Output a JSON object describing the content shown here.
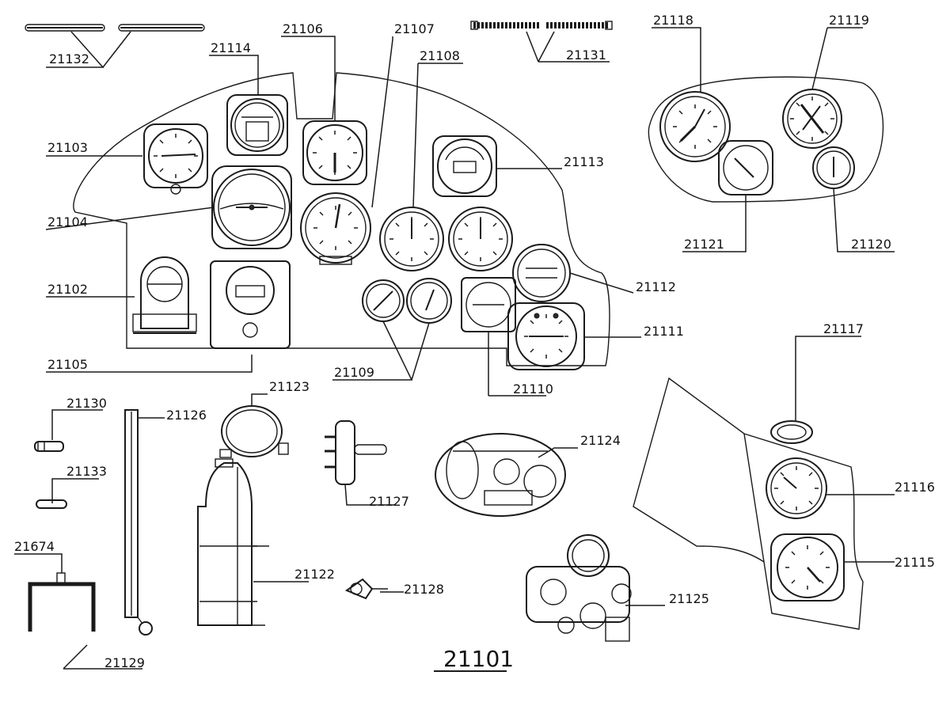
{
  "assembly_label": "21101",
  "callouts": [
    {
      "id": "21132",
      "label": "21132"
    },
    {
      "id": "21131",
      "label": "21131"
    },
    {
      "id": "21114",
      "label": "21114"
    },
    {
      "id": "21106",
      "label": "21106"
    },
    {
      "id": "21107",
      "label": "21107"
    },
    {
      "id": "21108",
      "label": "21108"
    },
    {
      "id": "21103",
      "label": "21103"
    },
    {
      "id": "21113",
      "label": "21113"
    },
    {
      "id": "21104",
      "label": "21104"
    },
    {
      "id": "21102",
      "label": "21102"
    },
    {
      "id": "21112",
      "label": "21112"
    },
    {
      "id": "21111",
      "label": "21111"
    },
    {
      "id": "21105",
      "label": "21105"
    },
    {
      "id": "21109",
      "label": "21109"
    },
    {
      "id": "21110",
      "label": "21110"
    },
    {
      "id": "21118",
      "label": "21118"
    },
    {
      "id": "21119",
      "label": "21119"
    },
    {
      "id": "21121",
      "label": "21121"
    },
    {
      "id": "21120",
      "label": "21120"
    },
    {
      "id": "21117",
      "label": "21117"
    },
    {
      "id": "21116",
      "label": "21116"
    },
    {
      "id": "21115",
      "label": "21115"
    },
    {
      "id": "21130",
      "label": "21130"
    },
    {
      "id": "21126",
      "label": "21126"
    },
    {
      "id": "21123",
      "label": "21123"
    },
    {
      "id": "21124",
      "label": "21124"
    },
    {
      "id": "21127",
      "label": "21127"
    },
    {
      "id": "21133",
      "label": "21133"
    },
    {
      "id": "21674",
      "label": "21674"
    },
    {
      "id": "21122",
      "label": "21122"
    },
    {
      "id": "21128",
      "label": "21128"
    },
    {
      "id": "21125",
      "label": "21125"
    },
    {
      "id": "21129",
      "label": "21129"
    }
  ]
}
